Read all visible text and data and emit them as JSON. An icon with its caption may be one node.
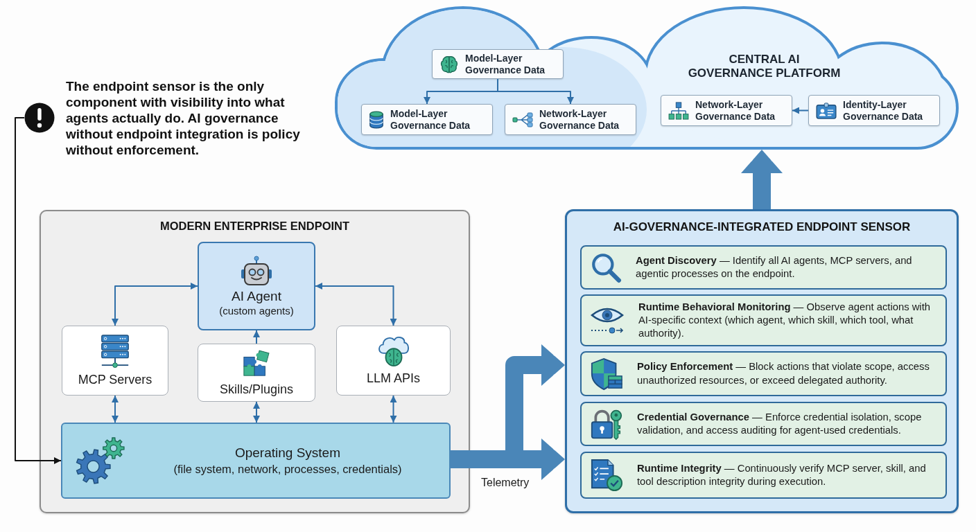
{
  "diagram": {
    "nodes": [
      {
        "text": [
          "CENTRAL AI GOVERNANCE PLATFORM"
        ]
      },
      {
        "text": [
          "Model-Layer Governance Data"
        ],
        "in": 0
      },
      {
        "text": [
          "Model-Layer Governance Data"
        ],
        "in": 0
      },
      {
        "text": [
          "Network-Layer Governance Data"
        ],
        "in": 0
      },
      {
        "text": [
          "Network-Layer Governance Data"
        ],
        "in": 0
      },
      {
        "text": [
          "Identity-Layer Governance Data"
        ],
        "in": 0
      },
      {
        "text": [
          "The endpoint sensor is the only component with visibility into what agents actually do. AI governance without endpoint integration is policy without enforcement."
        ]
      },
      {
        "text": [
          "MODERN ENTERPRISE ENDPOINT"
        ]
      },
      {
        "text": [
          "AI Agent",
          "(custom agents)"
        ],
        "in": 7
      },
      {
        "text": [
          "MCP Servers"
        ],
        "in": 7
      },
      {
        "text": [
          "Skills/Plugins"
        ],
        "in": 7
      },
      {
        "text": [
          "LLM APIs"
        ],
        "in": 7
      },
      {
        "text": [
          "Operating System",
          "(file system, network, processes, credentials)"
        ],
        "in": 7
      },
      {
        "text": [
          "AI-GOVERNANCE-INTEGRATED ENDPOINT SENSOR"
        ]
      },
      {
        "text": [
          "**Agent Discovery** — Identify all AI agents, MCP servers, and agentic processes on the endpoint."
        ],
        "in": 13
      },
      {
        "text": [
          "**Runtime Behavioral Monitoring** — Observe agent actions with AI-specific context (which agent, which skill, which tool, what authority)."
        ],
        "in": 13
      },
      {
        "text": [
          "**Policy Enforcement** — Block actions that violate scope, access unauthorized resources, or exceed delegated authority."
        ],
        "in": 13
      },
      {
        "text": [
          "**Credential Governance** — Enforce credential isolation, scope validation, and access auditing for agent-used credentials."
        ],
        "in": 13
      },
      {
        "text": [
          "**Runtime Integrity** — Continuously verify MCP server, skill, and tool description integrity during execution."
        ],
        "in": 13
      }
    ],
    "edges": [
      {
        "from": 1,
        "to": 2,
        "arrow": "to"
      },
      {
        "from": 1,
        "to": 3,
        "arrow": "to"
      },
      {
        "from": 5,
        "to": 4,
        "arrow": "to"
      },
      {
        "from": 13,
        "to": 0,
        "arrow": "to",
        "style": "thick",
        "color": "#4a86b8"
      },
      {
        "from": 6,
        "to": 12,
        "arrow": "to",
        "color": "#111111"
      },
      {
        "from": 8,
        "to": 9,
        "arrow": "both"
      },
      {
        "from": 8,
        "to": 11,
        "arrow": "both"
      },
      {
        "from": 10,
        "to": 8,
        "arrow": "to"
      },
      {
        "from": 9,
        "to": 12,
        "arrow": "both"
      },
      {
        "from": 10,
        "to": 12,
        "arrow": "both"
      },
      {
        "from": 11,
        "to": 12,
        "arrow": "both"
      },
      {
        "from": 12,
        "to": 13,
        "arrow": "to",
        "style": "thick",
        "color": "#4a86b8",
        "label": "Telemetry"
      },
      {
        "from": 12,
        "to": 13,
        "arrow": "to",
        "style": "thick",
        "color": "#4a86b8"
      }
    ]
  }
}
